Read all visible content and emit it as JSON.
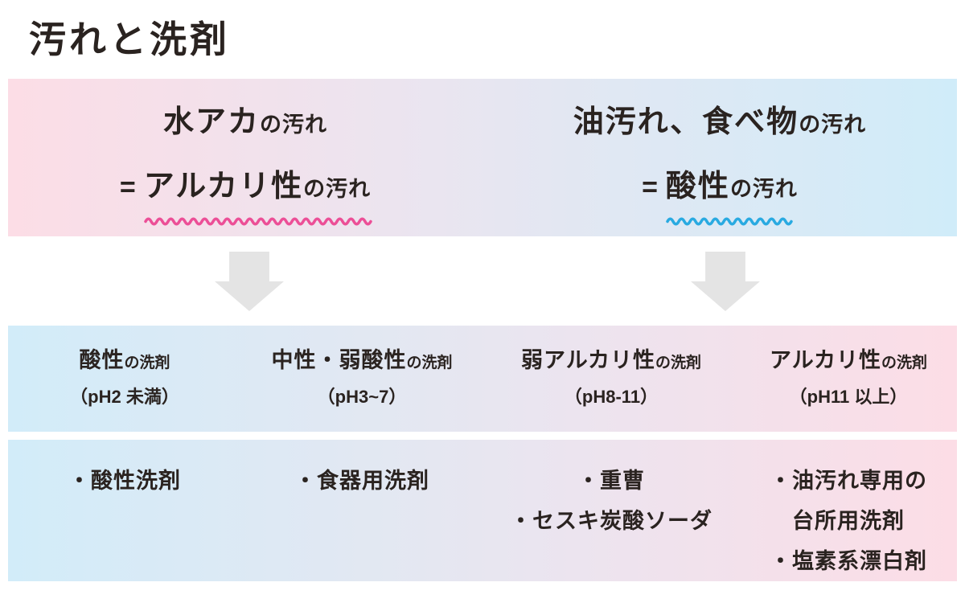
{
  "title": "汚れと洗剤",
  "colors": {
    "text": "#2a2320",
    "banner_pink": "#fcdde6",
    "banner_blue": "#d0ecf9",
    "banner_mid_lavender": "#e8e6f0",
    "wave_pink": "#ec4f97",
    "wave_blue": "#29aae1",
    "arrow_gray": "#e4e4e4"
  },
  "dirt_types": {
    "left": {
      "line1_main": "水アカ",
      "line1_suffix": "の汚れ",
      "equals": "=",
      "line2_main": "アルカリ性",
      "line2_suffix": "の汚れ"
    },
    "right": {
      "line1_main": "油汚れ、食べ物",
      "line1_suffix": "の汚れ",
      "equals": "=",
      "line2_main": "酸性",
      "line2_suffix": "の汚れ"
    }
  },
  "detergent_columns": [
    {
      "name_main": "酸性",
      "name_suffix": "の洗剤",
      "ph_range": "（pH2 未満）",
      "items": [
        "・酸性洗剤"
      ]
    },
    {
      "name_main": "中性・弱酸性",
      "name_suffix": "の洗剤",
      "ph_range": "（pH3~7）",
      "items": [
        "・食器用洗剤"
      ]
    },
    {
      "name_main": "弱アルカリ性",
      "name_suffix": "の洗剤",
      "ph_range": "（pH8-11）",
      "items": [
        "・重曹",
        "・セスキ炭酸ソーダ"
      ]
    },
    {
      "name_main": "アルカリ性",
      "name_suffix": "の洗剤",
      "ph_range": "（pH11 以上）",
      "items": [
        "・油汚れ専用の",
        "台所用洗剤",
        "・塩素系漂白剤"
      ]
    }
  ]
}
